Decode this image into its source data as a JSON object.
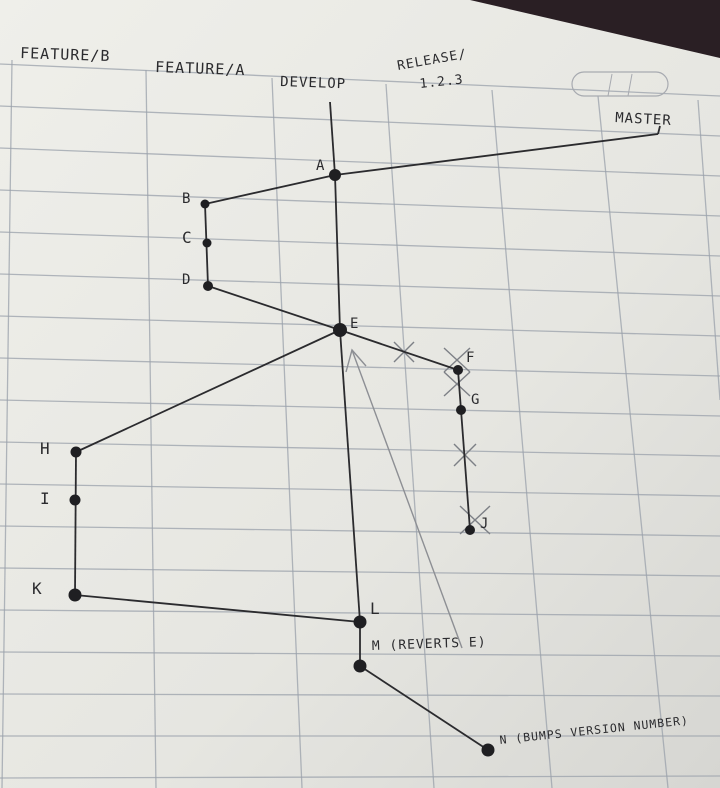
{
  "photo": {
    "columns": {
      "feature_b": "FEATURE/B",
      "feature_a": "FEATURE/A",
      "develop": "DEVELOP",
      "release_line1": "RELEASE/",
      "release_line2": "1.2.3",
      "master": "MASTER"
    },
    "commits": {
      "a": "A",
      "b": "B",
      "c": "C",
      "d": "D",
      "e": "E",
      "f": "F",
      "g": "G",
      "h": "H",
      "i": "I",
      "j": "J",
      "k": "K",
      "l": "L",
      "m": "M (REVERTS E)",
      "n": "N (BUMPS VERSION NUMBER)"
    },
    "colors": {
      "paper": "#e9e9e4",
      "grid": "#8f96a0",
      "ink": "#2b2b2e",
      "pencil": "#8d8f94",
      "background": "#2a1f24"
    }
  }
}
